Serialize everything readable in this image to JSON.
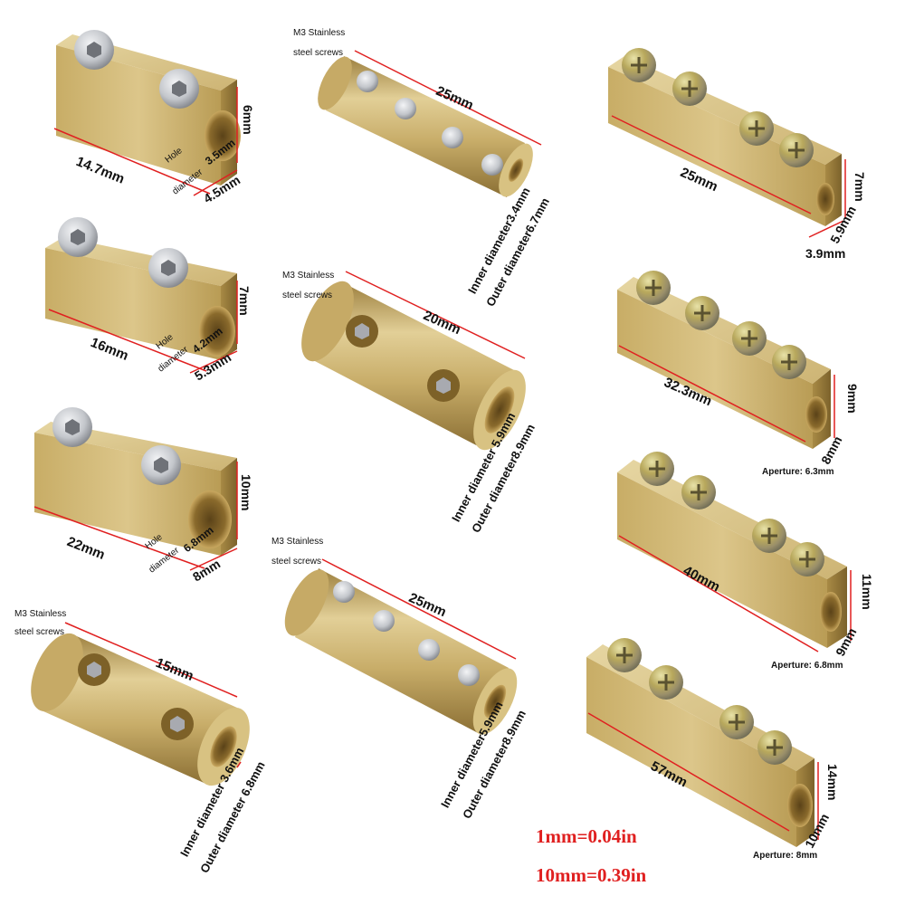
{
  "colors": {
    "brass_light": "#d9c48a",
    "brass_mid": "#c2a763",
    "brass_dark": "#8f7335",
    "steel": "#c9cbcf",
    "zinc": "#b9a45a",
    "dimension_line": "#e02020",
    "text": "#111111"
  },
  "icons": {
    "hex_screw": "stainless-hex-socket-screw-icon",
    "phillips_screw": "zinc-phillips-screw-icon"
  },
  "labels": {
    "m3_line1": "M3 Stainless",
    "m3_line2": "steel screws",
    "hole": "Hole",
    "diam": "diameter",
    "aperture_63": "Aperture: 6.3mm",
    "aperture_68": "Aperture: 6.8mm",
    "aperture_8": "Aperture: 8mm",
    "conv_1": "1mm=0.04in",
    "conv_10": "10mm=0.39in"
  },
  "dims": {
    "a_len": "14.7mm",
    "a_h": "6mm",
    "a_w": "4.5mm",
    "a_hole": "3.5mm",
    "b_len": "16mm",
    "b_h": "7mm",
    "b_w": "5.3mm",
    "b_hole": "4.2mm",
    "c_len": "22mm",
    "c_h": "10mm",
    "c_w": "8mm",
    "c_hole": "6.8mm",
    "d_len": "15mm",
    "d_in": "Inner diameter 3.6mm",
    "d_out": "Outer diameter 6.8mm",
    "e_len": "25mm",
    "e_in": "Inner diameter3.4mm",
    "e_out": "Outer diameter6.7mm",
    "f_len": "20mm",
    "f_in": "Inner diameter 5.9mm",
    "f_out": "Outer diameter8.9mm",
    "g_len": "25mm",
    "g_in": "Inner diameter5.9mm",
    "g_out": "Outer diameter8.9mm",
    "h_len": "25mm",
    "h_h": "7mm",
    "h_w": "5.9mm",
    "h_hole": "3.9mm",
    "i_len": "32.3mm",
    "i_h": "9mm",
    "i_w": "8mm",
    "j_len": "40mm",
    "j_h": "11mm",
    "j_w": "9mm",
    "k_len": "57mm",
    "k_h": "14mm",
    "k_w": "10mm"
  }
}
